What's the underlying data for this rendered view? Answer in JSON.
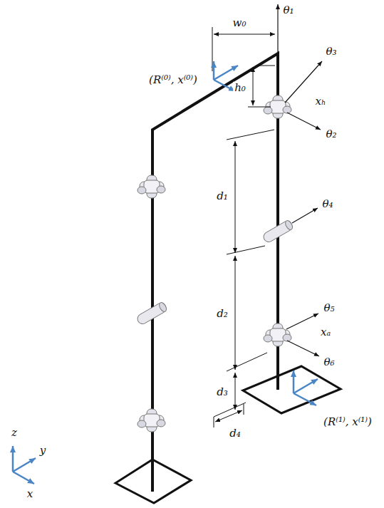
{
  "diagram": {
    "labels": [
      "w₀",
      "θ₁",
      "(R⁽⁰⁾, x⁽⁰⁾)",
      "h₀",
      "θ₃",
      "xₕ",
      "θ₂",
      "d₁",
      "θ₄",
      "d₂",
      "θ₅",
      "xₐ",
      "θ₆",
      "d₃",
      "d₄",
      "(R⁽¹⁾, x⁽¹⁾)",
      "z",
      "y",
      "x"
    ]
  }
}
